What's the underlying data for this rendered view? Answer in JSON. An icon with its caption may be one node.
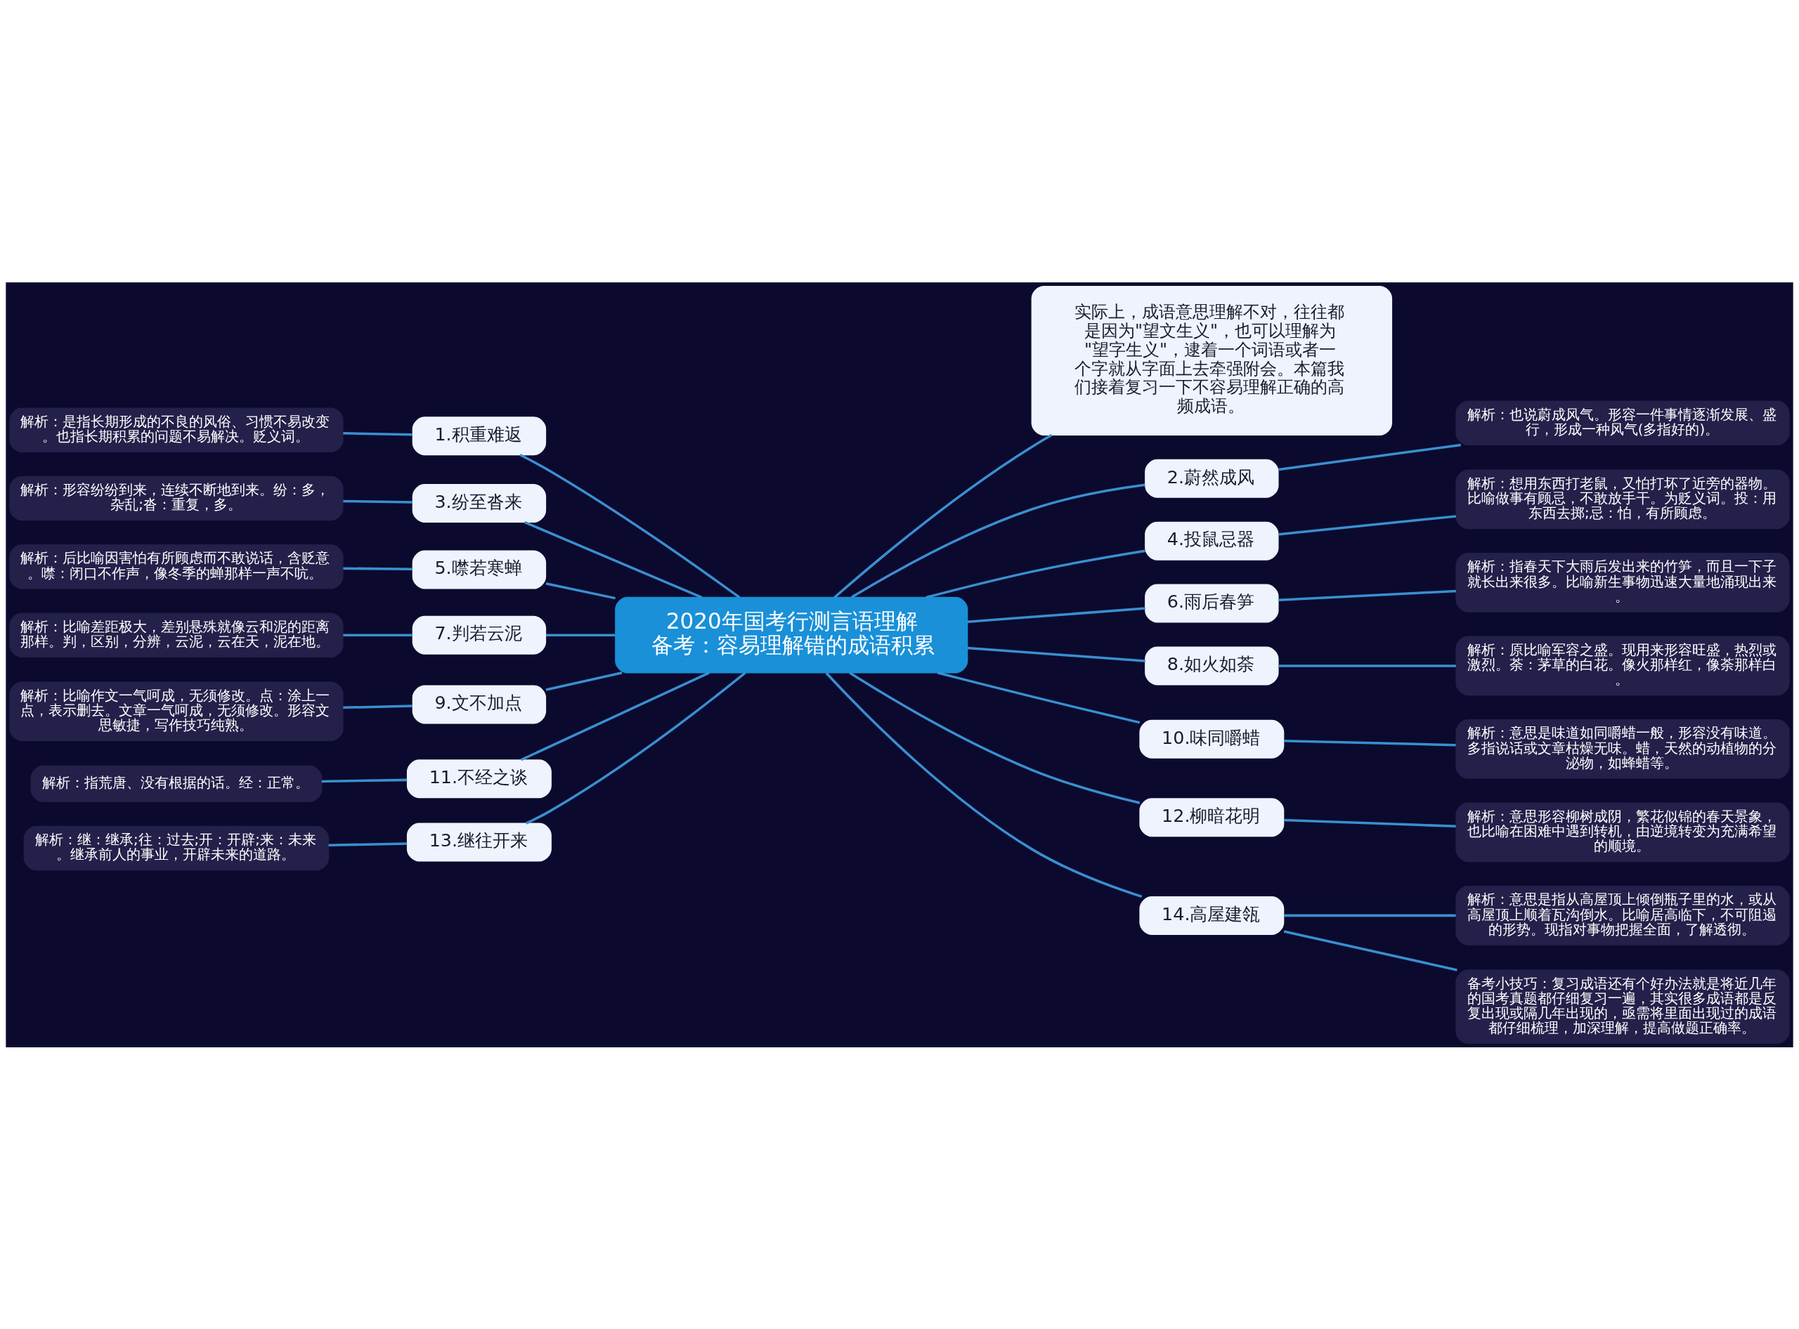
{
  "diagram": {
    "nodes": [
      {
        "text": [
          "2020年国考行测言语理解备考：容易理解错的成语积累"
        ]
      },
      {
        "text": [
          "实际上，成语意思理解不对，往往都是因为\"望文生义\"，也可以理解为\"望字生义\"，逮着一个词语或者一个字就从字面上去牵强附会。本篇我们接着复习一下不容易理解正确的高频成语。"
        ]
      },
      {
        "text": [
          "1.积重难返"
        ]
      },
      {
        "text": [
          "解析：是指长期形成的不良的风俗、习惯不易改变。也指长期积累的问题不易解决。贬义词。"
        ]
      },
      {
        "text": [
          "2.蔚然成风"
        ]
      },
      {
        "text": [
          "解析：也说蔚成风气。形容一件事情逐渐发展、盛行，形成一种风气(多指好的)。"
        ]
      },
      {
        "text": [
          "3.纷至沓来"
        ]
      },
      {
        "text": [
          "解析：形容纷纷到来，连续不断地到来。纷：多，杂乱;沓：重复，多。"
        ]
      },
      {
        "text": [
          "4.投鼠忌器"
        ]
      },
      {
        "text": [
          "解析：想用东西打老鼠，又怕打坏了近旁的器物。比喻做事有顾忌，不敢放手干。为贬义词。投：用东西去掷;忌：怕，有所顾虑。"
        ]
      },
      {
        "text": [
          "5.噤若寒蝉"
        ]
      },
      {
        "text": [
          "解析：后比喻因害怕有所顾虑而不敢说话，含贬意。噤：闭口不作声，像冬季的蝉那样一声不吭。"
        ]
      },
      {
        "text": [
          "6.雨后春笋"
        ]
      },
      {
        "text": [
          "解析：指春天下大雨后发出来的竹笋，而且一下子就长出来很多。比喻新生事物迅速大量地涌现出来。"
        ]
      },
      {
        "text": [
          "7.判若云泥"
        ]
      },
      {
        "text": [
          "解析：比喻差距极大，差别悬殊就像云和泥的距离那样。判，区别，分辨，云泥，云在天，泥在地。"
        ]
      },
      {
        "text": [
          "8.如火如荼"
        ]
      },
      {
        "text": [
          "解析：原比喻军容之盛。现用来形容旺盛，热烈或激烈。荼：茅草的白花。像火那样红，像荼那样白。"
        ]
      },
      {
        "text": [
          "9.文不加点"
        ]
      },
      {
        "text": [
          "解析：比喻作文一气呵成，无须修改。点：涂上一点，表示删去。文章一气呵成，无须修改。形容文思敏捷，写作技巧纯熟。"
        ]
      },
      {
        "text": [
          "10.味同嚼蜡"
        ]
      },
      {
        "text": [
          "解析：意思是味道如同嚼蜡一般，形容没有味道。多指说话或文章枯燥无味。蜡，天然的动植物的分泌物，如蜂蜡等。"
        ]
      },
      {
        "text": [
          "11.不经之谈"
        ]
      },
      {
        "text": [
          "解析：指荒唐、没有根据的话。经：正常。"
        ]
      },
      {
        "text": [
          "12.柳暗花明"
        ]
      },
      {
        "text": [
          "解析：意思形容柳树成阴，繁花似锦的春天景象，也比喻在困难中遇到转机，由逆境转变为充满希望的顺境。"
        ]
      },
      {
        "text": [
          "13.继往开来"
        ]
      },
      {
        "text": [
          "解析：继：继承;往：过去;开：开辟;来：未来。继承前人的事业，开辟未来的道路。"
        ]
      },
      {
        "text": [
          "14.高屋建瓴"
        ]
      },
      {
        "text": [
          "解析：意思是指从高屋顶上倾倒瓶子里的水，或从高屋顶上顺着瓦沟倒水。比喻居高临下，不可阻遏的形势。现指对事物把握全面，了解透彻。"
        ]
      },
      {
        "text": [
          "备考小技巧：复习成语还有个好办法就是将近几年的国考真题都仔细复习一遍，其实很多成语都是反复出现或隔几年出现的，亟需将里面出现过的成语都仔细梳理，加深理解，提高做题正确率。"
        ]
      }
    ],
    "edges": [
      {
        "from": 0,
        "to": 1,
        "arrow": "none"
      },
      {
        "from": 0,
        "to": 2,
        "arrow": "none"
      },
      {
        "from": 2,
        "to": 3,
        "arrow": "none"
      },
      {
        "from": 0,
        "to": 4,
        "arrow": "none"
      },
      {
        "from": 4,
        "to": 5,
        "arrow": "none"
      },
      {
        "from": 0,
        "to": 6,
        "arrow": "none"
      },
      {
        "from": 6,
        "to": 7,
        "arrow": "none"
      },
      {
        "from": 0,
        "to": 8,
        "arrow": "none"
      },
      {
        "from": 8,
        "to": 9,
        "arrow": "none"
      },
      {
        "from": 0,
        "to": 10,
        "arrow": "none"
      },
      {
        "from": 10,
        "to": 11,
        "arrow": "none"
      },
      {
        "from": 0,
        "to": 12,
        "arrow": "none"
      },
      {
        "from": 12,
        "to": 13,
        "arrow": "none"
      },
      {
        "from": 0,
        "to": 14,
        "arrow": "none"
      },
      {
        "from": 14,
        "to": 15,
        "arrow": "none"
      },
      {
        "from": 0,
        "to": 16,
        "arrow": "none"
      },
      {
        "from": 16,
        "to": 17,
        "arrow": "none"
      },
      {
        "from": 0,
        "to": 18,
        "arrow": "none"
      },
      {
        "from": 18,
        "to": 19,
        "arrow": "none"
      },
      {
        "from": 0,
        "to": 20,
        "arrow": "none"
      },
      {
        "from": 20,
        "to": 21,
        "arrow": "none"
      },
      {
        "from": 0,
        "to": 22,
        "arrow": "none"
      },
      {
        "from": 22,
        "to": 23,
        "arrow": "none"
      },
      {
        "from": 0,
        "to": 24,
        "arrow": "none"
      },
      {
        "from": 24,
        "to": 25,
        "arrow": "none"
      },
      {
        "from": 0,
        "to": 26,
        "arrow": "none"
      },
      {
        "from": 26,
        "to": 27,
        "arrow": "none"
      },
      {
        "from": 0,
        "to": 28,
        "arrow": "none"
      },
      {
        "from": 28,
        "to": 29,
        "arrow": "none"
      },
      {
        "from": 28,
        "to": 30,
        "arrow": "none"
      }
    ]
  }
}
